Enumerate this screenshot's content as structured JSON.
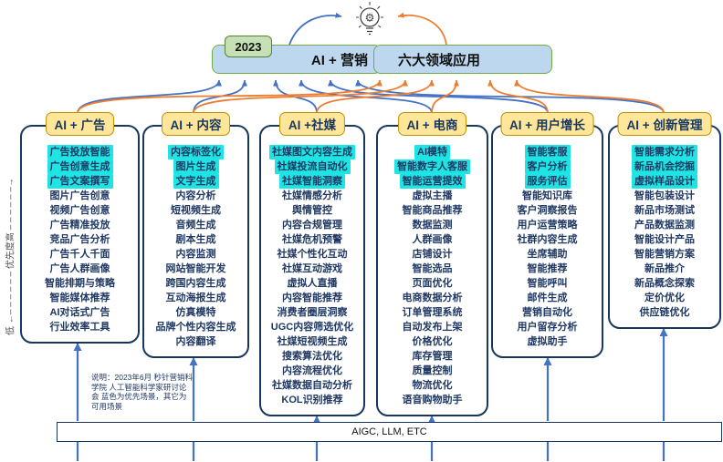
{
  "header": {
    "year": "2023",
    "title": "AI + 营销",
    "subtitle": "六大领域应用"
  },
  "axis": {
    "label": "低 ←– – – – – – 优先度高 – – – – – –→"
  },
  "columns": [
    {
      "label": "AI + 广告",
      "items": [
        {
          "text": "广告投放智能",
          "highlight": true
        },
        {
          "text": "广告创意生成",
          "highlight": true
        },
        {
          "text": "广告文案撰写",
          "highlight": true
        },
        {
          "text": "图片广告创意",
          "highlight": false
        },
        {
          "text": "视频广告创意",
          "highlight": false
        },
        {
          "text": "广告精准投放",
          "highlight": false
        },
        {
          "text": "竞品广告分析",
          "highlight": false
        },
        {
          "text": "广告千人千面",
          "highlight": false
        },
        {
          "text": "广告人群画像",
          "highlight": false
        },
        {
          "text": "智能排期与策略",
          "highlight": false
        },
        {
          "text": "智能媒体推荐",
          "highlight": false
        },
        {
          "text": "AI对话式广告",
          "highlight": false
        },
        {
          "text": "行业效率工具",
          "highlight": false
        }
      ]
    },
    {
      "label": "AI + 内容",
      "items": [
        {
          "text": "内容标签化",
          "highlight": true
        },
        {
          "text": "图片生成",
          "highlight": true
        },
        {
          "text": "文字生成",
          "highlight": true
        },
        {
          "text": "内容分析",
          "highlight": false
        },
        {
          "text": "短视频生成",
          "highlight": false
        },
        {
          "text": "音频生成",
          "highlight": false
        },
        {
          "text": "剧本生成",
          "highlight": false
        },
        {
          "text": "内容监测",
          "highlight": false
        },
        {
          "text": "网站智能开发",
          "highlight": false
        },
        {
          "text": "跨国内容生成",
          "highlight": false
        },
        {
          "text": "互动海报生成",
          "highlight": false
        },
        {
          "text": "仿真模特",
          "highlight": false
        },
        {
          "text": "品牌个性内容生成",
          "highlight": false
        },
        {
          "text": "内容翻译",
          "highlight": false
        }
      ]
    },
    {
      "label": "AI +社媒",
      "items": [
        {
          "text": "社媒图文内容生成",
          "highlight": true
        },
        {
          "text": "社媒投流自动化",
          "highlight": true
        },
        {
          "text": "社媒智能洞察",
          "highlight": true
        },
        {
          "text": "社媒情感分析",
          "highlight": false
        },
        {
          "text": "舆情管控",
          "highlight": false
        },
        {
          "text": "内容合规管理",
          "highlight": false
        },
        {
          "text": "社媒危机预警",
          "highlight": false
        },
        {
          "text": "社媒个性化互动",
          "highlight": false
        },
        {
          "text": "社媒互动游戏",
          "highlight": false
        },
        {
          "text": "虚拟人直播",
          "highlight": false
        },
        {
          "text": "内容智能推荐",
          "highlight": false
        },
        {
          "text": "消费者圈层洞察",
          "highlight": false
        },
        {
          "text": "UGC内容筛选优化",
          "highlight": false
        },
        {
          "text": "社媒短视频生成",
          "highlight": false
        },
        {
          "text": "搜索算法优化",
          "highlight": false
        },
        {
          "text": "内容流程优化",
          "highlight": false
        },
        {
          "text": "社媒数据自动分析",
          "highlight": false
        },
        {
          "text": "KOL识别推荐",
          "highlight": false
        }
      ]
    },
    {
      "label": "AI + 电商",
      "items": [
        {
          "text": "AI模特",
          "highlight": true
        },
        {
          "text": "智能数字人客服",
          "highlight": true
        },
        {
          "text": "智能运营提效",
          "highlight": true
        },
        {
          "text": "虚拟主播",
          "highlight": false
        },
        {
          "text": "智能商品推荐",
          "highlight": false
        },
        {
          "text": "数据监测",
          "highlight": false
        },
        {
          "text": "人群画像",
          "highlight": false
        },
        {
          "text": "店铺设计",
          "highlight": false
        },
        {
          "text": "智能选品",
          "highlight": false
        },
        {
          "text": "页面优化",
          "highlight": false
        },
        {
          "text": "电商数据分析",
          "highlight": false
        },
        {
          "text": "订单管理系统",
          "highlight": false
        },
        {
          "text": "自动发布上架",
          "highlight": false
        },
        {
          "text": "价格优化",
          "highlight": false
        },
        {
          "text": "库存管理",
          "highlight": false
        },
        {
          "text": "质量控制",
          "highlight": false
        },
        {
          "text": "物流优化",
          "highlight": false
        },
        {
          "text": "语音购物助手",
          "highlight": false
        }
      ]
    },
    {
      "label": "AI + 用户增长",
      "items": [
        {
          "text": "智能客服",
          "highlight": true
        },
        {
          "text": "客户分析",
          "highlight": true
        },
        {
          "text": "服务评估",
          "highlight": true
        },
        {
          "text": "智能知识库",
          "highlight": false
        },
        {
          "text": "客户洞察报告",
          "highlight": false
        },
        {
          "text": "用户运营策略",
          "highlight": false
        },
        {
          "text": "社群内容生成",
          "highlight": false
        },
        {
          "text": "坐席辅助",
          "highlight": false
        },
        {
          "text": "智能推荐",
          "highlight": false
        },
        {
          "text": "智能呼叫",
          "highlight": false
        },
        {
          "text": "邮件生成",
          "highlight": false
        },
        {
          "text": "营销自动化",
          "highlight": false
        },
        {
          "text": "用户留存分析",
          "highlight": false
        },
        {
          "text": "虚拟助手",
          "highlight": false
        }
      ]
    },
    {
      "label": "AI + 创新管理",
      "items": [
        {
          "text": "智能需求分析",
          "highlight": true
        },
        {
          "text": "新品机会挖掘",
          "highlight": true
        },
        {
          "text": "虚拟样品设计",
          "highlight": true
        },
        {
          "text": "智能包装设计",
          "highlight": false
        },
        {
          "text": "新品市场测试",
          "highlight": false
        },
        {
          "text": "产品数据监测",
          "highlight": false
        },
        {
          "text": "智能设计产品",
          "highlight": false
        },
        {
          "text": "智能营销方案",
          "highlight": false
        },
        {
          "text": "新品推介",
          "highlight": false
        },
        {
          "text": "新品概念探索",
          "highlight": false
        },
        {
          "text": "定价优化",
          "highlight": false
        },
        {
          "text": "供应链优化",
          "highlight": false
        }
      ]
    }
  ],
  "note": {
    "text": "说明：2023年6月 秒针营销科学院 人工智能科学家研讨论会  蓝色为优先场景，其它为可用场景"
  },
  "foundation": {
    "label": "AIGC, LLM, ETC"
  },
  "icons": {
    "top": "lightbulb-gear-icon"
  },
  "colors": {
    "arrow_blue": "#4472C4",
    "arrow_orange": "#ED7D31",
    "highlight_cyan": "#1FE4E4",
    "header_fill": "#BDD7EE",
    "header_border": "#70AD47",
    "badge_fill": "#C5E0B4",
    "column_header_fill": "#FFE699",
    "column_border": "#17375E",
    "item_text": "#1F3864"
  }
}
